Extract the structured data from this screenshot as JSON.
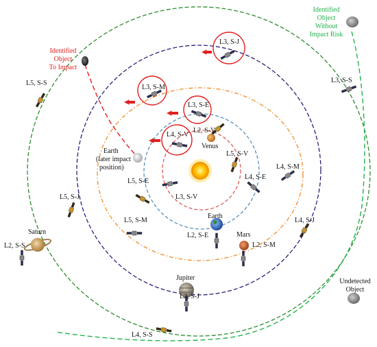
{
  "labels": {
    "l3_sj": "L3, S-J",
    "l3_sm": "L3, S-M",
    "l3_se": "L3, S-E",
    "l4_sv": "L4, S-V",
    "l2_sv": "L2, S-V",
    "venus": "Venus",
    "l5_sv": "L5, S-V",
    "l4_se": "L4, S-E",
    "l4_sm": "L4, S-M",
    "l3_ss": "L3, S-S",
    "l5_ss": "L5, S-S",
    "earth_later_1": "Earth",
    "earth_later_2": "(later impact",
    "earth_later_3": "position)",
    "l5_se": "L5, S-E",
    "l5_sj": "L5, S-J",
    "l3_sv": "L3, S-V",
    "earth": "Earth",
    "l5_sm": "L5, S-M",
    "l2_se": "L2, S-E",
    "mars": "Mars",
    "l2_sm": "L2, S-M",
    "l4_sj": "L4, S-J",
    "saturn": "Saturn",
    "l2_ss": "L2, S-S",
    "jupiter": "Jupiter",
    "l2_sj": "L2, S-J",
    "l4_ss": "L4, S-S",
    "identified_impact_1": "Identified",
    "identified_impact_2": "Object",
    "identified_impact_3": "To Impact",
    "no_risk_1": "Identified",
    "no_risk_2": "Object",
    "no_risk_3": "Without",
    "no_risk_4": "Impact Risk",
    "undetected_1": "Undetected",
    "undetected_2": "Object"
  },
  "colors": {
    "venus_orbit": "#e05a5a",
    "earth_orbit": "#5a8fb8",
    "mars_orbit": "#f28c28",
    "jupiter_orbit": "#2a1f7a",
    "saturn_orbit": "#2e8b2e",
    "impact_track": "#e02020",
    "no_risk_track": "#22b14c",
    "detection_circle": "#e02020",
    "arrow": "#e02020",
    "label_red": "#e02020",
    "label_green": "#22b14c"
  },
  "icons": [
    "sun-icon",
    "planet-icon",
    "satellite-icon",
    "asteroid-icon",
    "arrow-icon"
  ]
}
